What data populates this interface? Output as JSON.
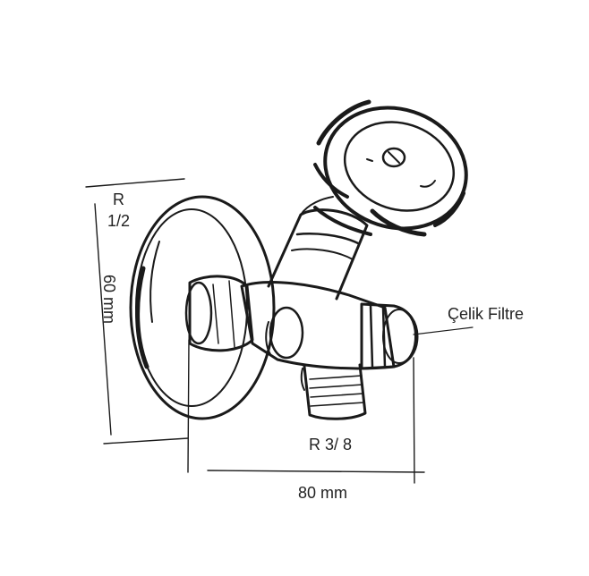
{
  "labels": {
    "thread_in_r": "R",
    "thread_in_size": "1/2",
    "height": "60 mm",
    "filter": "Çelik Filtre",
    "thread_out": "R 3/ 8",
    "width": "80 mm"
  },
  "colors": {
    "ink": "#1a1a1a",
    "paper": "#ffffff"
  }
}
